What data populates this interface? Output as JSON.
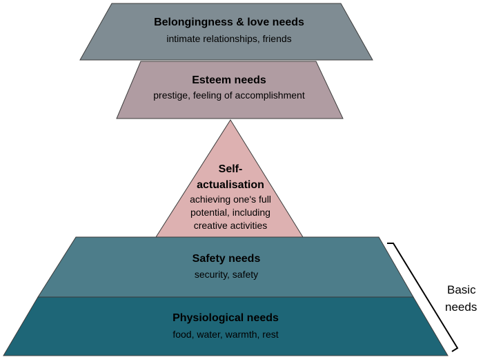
{
  "levels": {
    "belonging": {
      "title": "Belongingness & love needs",
      "subtitle": "intimate relationships, friends",
      "color": "#7f8c93"
    },
    "esteem": {
      "title": "Esteem needs",
      "subtitle": "prestige, feeling of accomplishment",
      "color": "#b09ca2"
    },
    "self_actualisation": {
      "title_lines": [
        "Self-",
        "actualisation"
      ],
      "subtitle_lines": [
        "achieving one's full",
        "potential, including",
        "creative activities"
      ],
      "color": "#ddb1b1"
    },
    "safety": {
      "title": "Safety needs",
      "subtitle": "security, safety",
      "color": "#4d7d8a"
    },
    "physiological": {
      "title": "Physiological needs",
      "subtitle": "food, water, warmth, rest",
      "color": "#1e6677"
    }
  },
  "basic_needs": {
    "lines": [
      "Basic",
      "needs"
    ]
  }
}
